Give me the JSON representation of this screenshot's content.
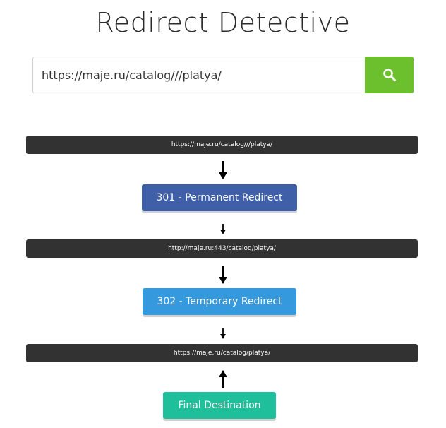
{
  "page": {
    "title": "Redirect Detective"
  },
  "search": {
    "value": "https://maje.ru/catalog///platya/",
    "button_icon": "search-icon",
    "button_color": "#6cbf2d"
  },
  "chain": {
    "urls": [
      "https://maje.ru/catalog///platya/",
      "http://maje.ru:443/catalog/platya/",
      "https://maje.ru/catalog/platya/"
    ],
    "statuses": [
      {
        "label": "301 - Permanent Redirect",
        "color": "#3f5fa8"
      },
      {
        "label": "302 - Temporary Redirect",
        "color": "#3599dd"
      },
      {
        "label": "Final Destination",
        "color": "#1fbf9c"
      }
    ],
    "url_bar_color": "#323232",
    "arrow_icon_down": "arrow-down-icon",
    "arrow_icon_up": "arrow-up-icon"
  }
}
